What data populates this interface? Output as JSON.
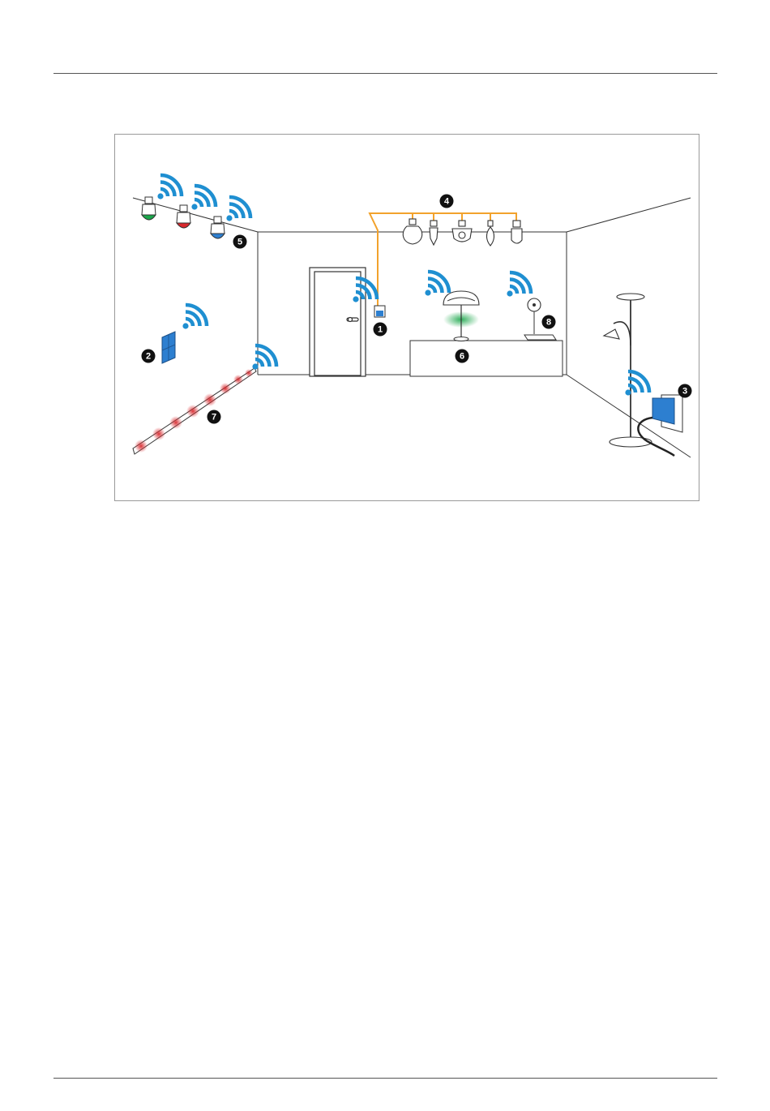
{
  "figure": {
    "labels": [
      {
        "id": "1",
        "text": "1"
      },
      {
        "id": "2",
        "text": "2"
      },
      {
        "id": "3",
        "text": "3"
      },
      {
        "id": "4",
        "text": "4"
      },
      {
        "id": "5",
        "text": "5"
      },
      {
        "id": "6",
        "text": "6"
      },
      {
        "id": "7",
        "text": "7"
      },
      {
        "id": "8",
        "text": "8"
      }
    ],
    "colors": {
      "wifi": "#1f8fd1",
      "wire": "#f2a22c",
      "outline": "#333333",
      "green": "#1aa64a",
      "red": "#d8282d",
      "blue": "#2d7fd0"
    }
  }
}
